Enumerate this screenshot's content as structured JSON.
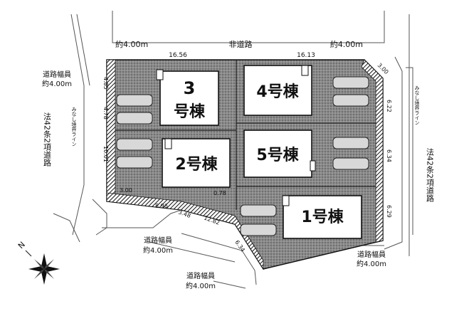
{
  "top_road": {
    "left_width": "約4.00m",
    "name": "非道路",
    "right_width": "約4.00m"
  },
  "dimensions": {
    "top_left": "16.56",
    "top_right": "16.13",
    "corner_top_right": "3.00",
    "right_1": "6.22",
    "right_2": "6.34",
    "right_3": "6.29",
    "left_1": "4.85",
    "left_2": "4.78",
    "left_3": "10.01",
    "left_bottom": "3.00",
    "bottom_left": "8.96",
    "mid_bottom": "0.78",
    "diag_1": "3.48",
    "diag_2": "12.82",
    "diag_3": "6.34"
  },
  "lots": {
    "lot3_num": "3",
    "lot3_label": "号棟",
    "lot4": "4号棟",
    "lot2": "2号棟",
    "lot5": "5号棟",
    "lot1": "1号棟"
  },
  "left_road": {
    "width_line1": "道路幅員",
    "width_line2": "約4.00m",
    "article": "法42条2項道路",
    "minashi": "みなし境界ライン"
  },
  "right_road": {
    "article": "法42条2項道路",
    "minashi": "みなし境界ライン",
    "width_line1": "道路幅員",
    "width_line2": "約4.00m"
  },
  "bottom_road_1": {
    "line1": "道路幅員",
    "line2": "約4.00m"
  },
  "bottom_road_2": {
    "line1": "道路幅員",
    "line2": "約4.00m"
  },
  "compass": {
    "north": "N"
  }
}
